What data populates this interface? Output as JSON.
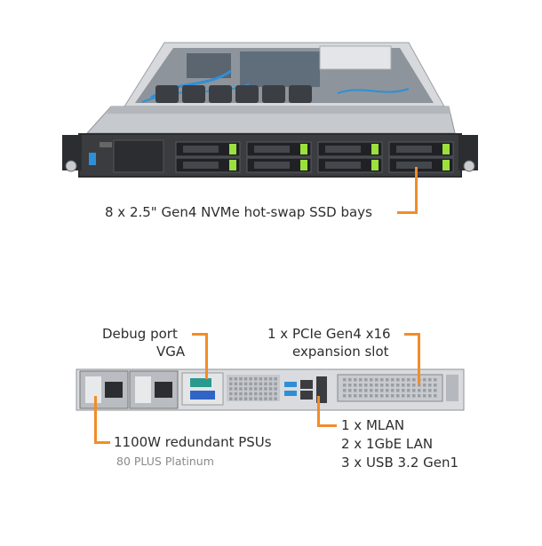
{
  "front": {
    "ssd_label": "8 x 2.5\" Gen4 NVMe hot-swap SSD bays"
  },
  "rear": {
    "debug_label": "Debug port",
    "vga_label": "VGA",
    "pcie_line1": "1 x PCIe Gen4 x16",
    "pcie_line2": "expansion slot",
    "psu_label": "1100W redundant PSUs",
    "psu_sub": "80 PLUS Platinum",
    "io_line1": "1 x MLAN",
    "io_line2": "2 x 1GbE LAN",
    "io_line3": "3 x USB 3.2 Gen1"
  },
  "colors": {
    "callout": "#f28c28",
    "drive_latch": "#9be03c",
    "chassis_dark": "#2b2d30",
    "chassis_silver": "#c9ccd0"
  },
  "drive_bay_count": 8
}
